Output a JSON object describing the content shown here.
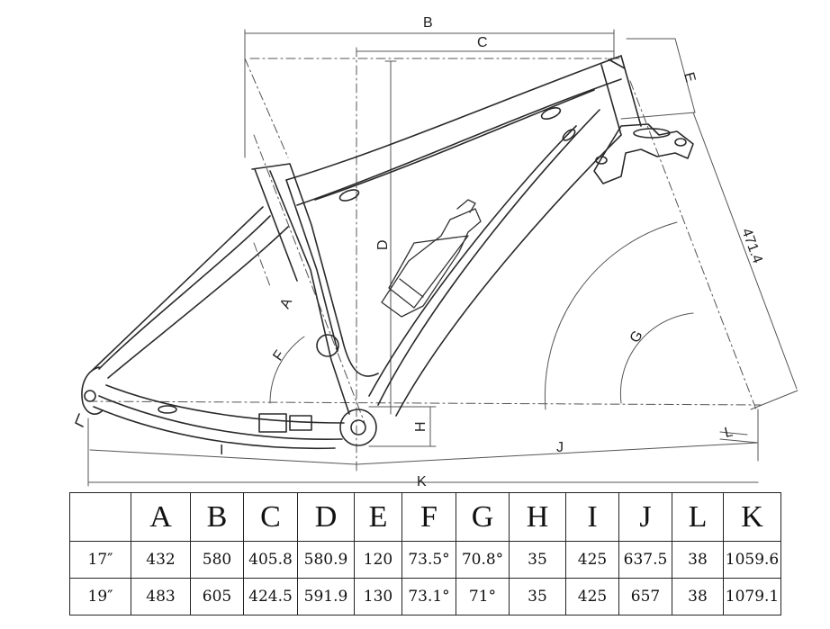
{
  "drawing": {
    "dimension_labels": {
      "A": "A",
      "B": "B",
      "C": "C",
      "D": "D",
      "E": "E",
      "F": "F",
      "G": "G",
      "H": "H",
      "I": "I",
      "J": "J",
      "K": "K",
      "L": "L"
    },
    "seatstay_length": "471.4"
  },
  "table": {
    "headers": [
      "",
      "A",
      "B",
      "C",
      "D",
      "E",
      "F",
      "G",
      "H",
      "I",
      "J",
      "L",
      "K"
    ],
    "rows": [
      [
        "17″",
        "432",
        "580",
        "405.8",
        "580.9",
        "120",
        "73.5°",
        "70.8°",
        "35",
        "425",
        "637.5",
        "38",
        "1059.6"
      ],
      [
        "19″",
        "483",
        "605",
        "424.5",
        "591.9",
        "130",
        "73.1°",
        "71°",
        "35",
        "425",
        "657",
        "38",
        "1079.1"
      ]
    ]
  }
}
